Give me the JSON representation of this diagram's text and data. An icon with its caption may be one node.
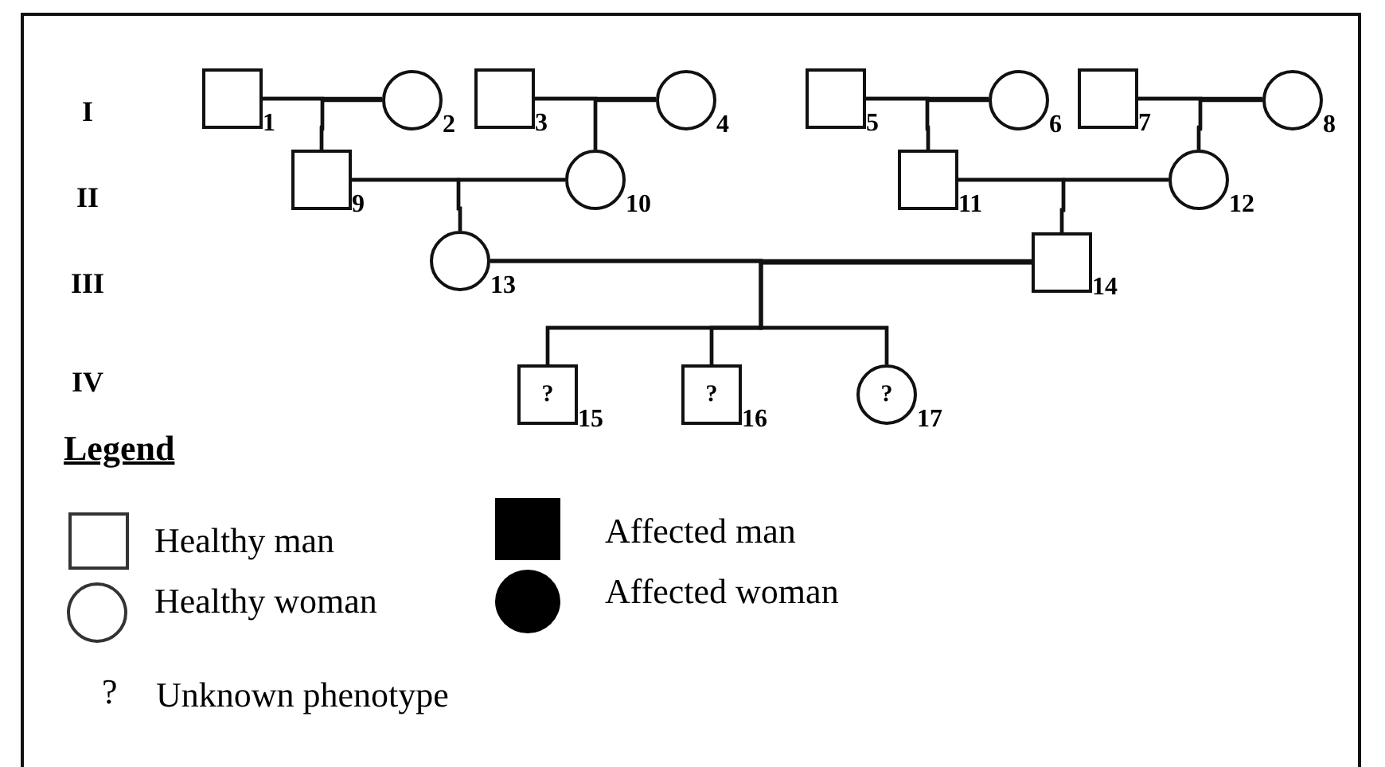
{
  "diagram": {
    "nodes": [
      {
        "text": [],
        "shape": "box",
        "beside": [
          "1"
        ]
      },
      {
        "text": [],
        "shape": "circle",
        "beside": [
          "2"
        ]
      },
      {
        "text": [],
        "shape": "box",
        "beside": [
          "3"
        ]
      },
      {
        "text": [],
        "shape": "circle",
        "beside": [
          "4"
        ]
      },
      {
        "text": [],
        "shape": "box",
        "beside": [
          "5"
        ]
      },
      {
        "text": [],
        "shape": "circle",
        "beside": [
          "6"
        ]
      },
      {
        "text": [],
        "shape": "box",
        "beside": [
          "7"
        ]
      },
      {
        "text": [],
        "shape": "circle",
        "beside": [
          "8"
        ]
      },
      {
        "text": [],
        "shape": "box",
        "beside": [
          "9"
        ]
      },
      {
        "text": [],
        "shape": "circle",
        "beside": [
          "10"
        ]
      },
      {
        "text": [],
        "shape": "box",
        "beside": [
          "11"
        ]
      },
      {
        "text": [],
        "shape": "circle",
        "beside": [
          "12"
        ]
      },
      {
        "text": [],
        "shape": "circle",
        "beside": [
          "13"
        ]
      },
      {
        "text": [],
        "shape": "box",
        "beside": [
          "14"
        ]
      },
      {
        "text": [
          "?"
        ],
        "beside": [
          "15"
        ]
      },
      {
        "text": [
          "?"
        ],
        "beside": [
          "16"
        ]
      },
      {
        "text": [
          "?"
        ],
        "beside": [
          "17"
        ]
      }
    ],
    "edges": [
      {
        "from": 0,
        "to": 1,
        "arrow": "none"
      },
      {
        "from": 2,
        "to": 3,
        "arrow": "none"
      },
      {
        "from": 4,
        "to": 5,
        "arrow": "none"
      },
      {
        "from": 6,
        "to": 7,
        "arrow": "none"
      },
      {
        "from": 8,
        "to": 9,
        "arrow": "none"
      },
      {
        "from": 10,
        "to": 11,
        "arrow": "none"
      },
      {
        "from": 12,
        "to": 13,
        "arrow": "none"
      },
      {
        "from": 0,
        "to": 8,
        "arrow": "none"
      },
      {
        "from": 1,
        "to": 8,
        "arrow": "none"
      },
      {
        "from": 2,
        "to": 9,
        "arrow": "none"
      },
      {
        "from": 3,
        "to": 9,
        "arrow": "none"
      },
      {
        "from": 4,
        "to": 10,
        "arrow": "none"
      },
      {
        "from": 5,
        "to": 10,
        "arrow": "none"
      },
      {
        "from": 6,
        "to": 11,
        "arrow": "none"
      },
      {
        "from": 7,
        "to": 11,
        "arrow": "none"
      },
      {
        "from": 8,
        "to": 12,
        "arrow": "none"
      },
      {
        "from": 9,
        "to": 12,
        "arrow": "none"
      },
      {
        "from": 10,
        "to": 13,
        "arrow": "none"
      },
      {
        "from": 11,
        "to": 13,
        "arrow": "none"
      },
      {
        "from": 12,
        "to": 14,
        "arrow": "none"
      },
      {
        "from": 13,
        "to": 14,
        "arrow": "none"
      },
      {
        "from": 12,
        "to": 15,
        "arrow": "none"
      },
      {
        "from": 13,
        "to": 15,
        "arrow": "none"
      },
      {
        "from": 12,
        "to": 16,
        "arrow": "none"
      },
      {
        "from": 13,
        "to": 16,
        "arrow": "none"
      }
    ],
    "labels": [
      "I",
      "II",
      "III",
      "IV",
      "Legend",
      "?"
    ],
    "legend": [
      {
        "text": "Healthy man"
      },
      {
        "text": "Healthy woman"
      },
      {
        "text": "Affected man"
      },
      {
        "text": "Affected woman"
      },
      {
        "text": "Unknown phenotype"
      }
    ]
  }
}
